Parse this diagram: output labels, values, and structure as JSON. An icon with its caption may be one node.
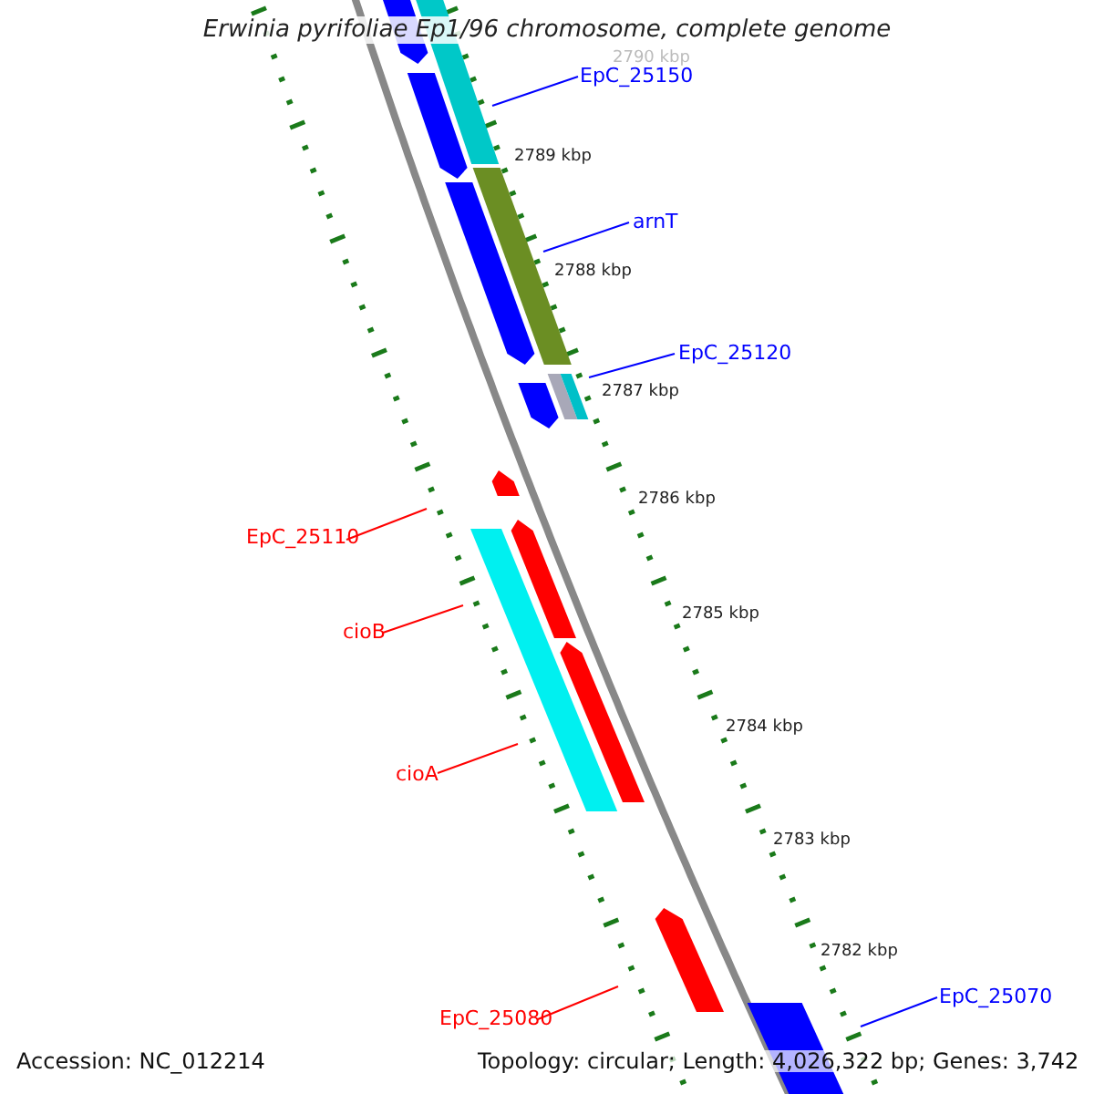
{
  "diagram": {
    "title": "Erwinia pyrifoliae Ep1/96 chromosome, complete genome",
    "nodes": [
      {
        "text": [
          "EpC_25150"
        ]
      },
      {
        "text": [
          "arnT"
        ]
      },
      {
        "text": [
          "EpC_25120"
        ]
      },
      {
        "text": [
          "EpC_25110"
        ]
      },
      {
        "text": [
          "cioB"
        ]
      },
      {
        "text": [
          "cioA"
        ]
      },
      {
        "text": [
          "EpC_25080"
        ]
      },
      {
        "text": [
          "EpC_25070"
        ]
      }
    ],
    "edges": [
      {
        "from": 0,
        "to": null,
        "arrow": "none"
      },
      {
        "from": 1,
        "to": null,
        "arrow": "none"
      },
      {
        "from": 2,
        "to": null,
        "arrow": "none"
      },
      {
        "from": 3,
        "to": null,
        "arrow": "none",
        "color": "#ff0000"
      },
      {
        "from": 4,
        "to": null,
        "arrow": "none",
        "color": "#ff0000"
      },
      {
        "from": 5,
        "to": null,
        "arrow": "none",
        "color": "#ff0000"
      },
      {
        "from": 6,
        "to": null,
        "arrow": "none",
        "color": "#ff0000"
      },
      {
        "from": 7,
        "to": null,
        "arrow": "none"
      }
    ],
    "labels": [
      "2790 kbp",
      "2789 kbp",
      "2788 kbp",
      "2787 kbp",
      "2786 kbp",
      "2785 kbp",
      "2784 kbp",
      "2783 kbp",
      "2782 kbp",
      "Accession: NC_012214",
      "Topology: circular; Length: 4,026,322 bp; Genes: 3,742"
    ]
  }
}
